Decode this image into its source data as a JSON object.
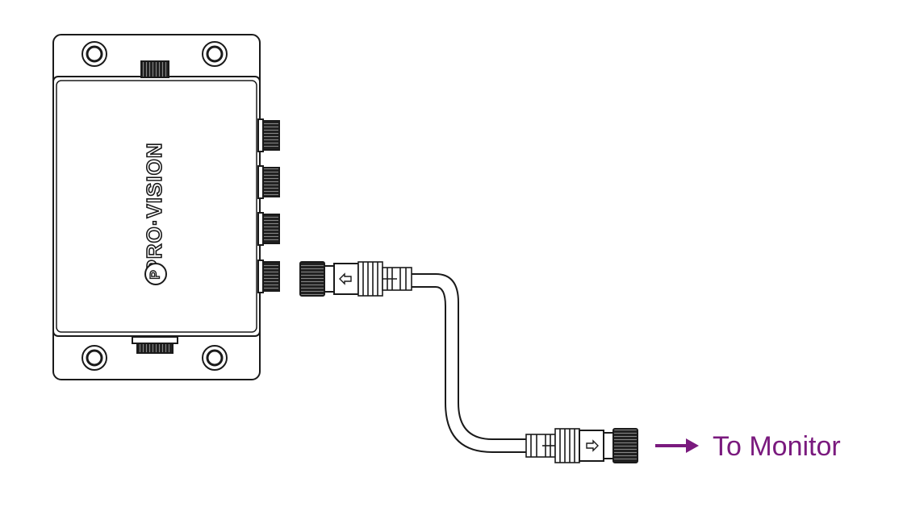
{
  "brand": {
    "logo_text": "PRO·VISION",
    "logo_mark": "P"
  },
  "label": {
    "text": "To Monitor"
  },
  "colors": {
    "line": "#1a1a1a",
    "accent": "#7a1a7e",
    "device_fill": "#ffffff"
  },
  "icons": {
    "connector_arrow_in": "arrow-left",
    "connector_arrow_out": "arrow-right",
    "pointer_arrow": "arrow-right"
  }
}
